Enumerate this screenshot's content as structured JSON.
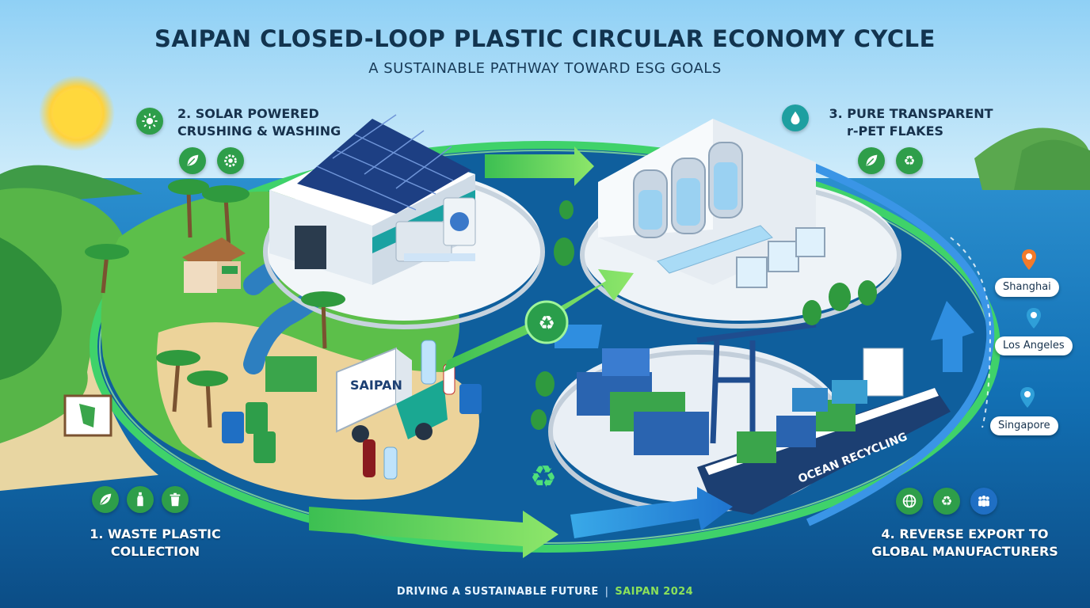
{
  "title": "SAIPAN CLOSED-LOOP PLASTIC CIRCULAR ECONOMY CYCLE",
  "subtitle": "A SUSTAINABLE PATHWAY TOWARD ESG GOALS",
  "steps": [
    {
      "line1": "1. WASTE PLASTIC",
      "line2": "COLLECTION"
    },
    {
      "line1": "2. SOLAR POWERED",
      "line2": "CRUSHING & WASHING"
    },
    {
      "line1": "3. PURE TRANSPARENT",
      "line2": "r-PET FLAKES"
    },
    {
      "line1": "4. REVERSE EXPORT TO",
      "line2": "GLOBAL MANUFACTURERS"
    }
  ],
  "destinations": [
    "Shanghai",
    "Los Angeles",
    "Singapore"
  ],
  "truck_label": "SAIPAN",
  "ship_label": "OCEAN RECYCLING",
  "footer": {
    "text": "DRIVING A SUSTAINABLE FUTURE",
    "separator": "|",
    "highlight": "SAIPAN 2024"
  },
  "colors": {
    "sky_top": "#8fd0f5",
    "ocean": "#0e5a96",
    "loop_green": "#5fd05a",
    "loop_blue": "#2f8ee0",
    "badge_green": "#2e9e4a",
    "badge_teal": "#1e9fa0",
    "badge_blue": "#1f6fc4",
    "title_navy": "#12344f"
  },
  "icons": {
    "step1": [
      "leaf-icon",
      "bottle-icon",
      "trash-icon"
    ],
    "step2": [
      "sun-icon",
      "leaf-icon",
      "gear-icon"
    ],
    "step3": [
      "water-drop-icon",
      "leaf-icon",
      "recycle-icon"
    ],
    "step4": [
      "globe-icon",
      "recycle-icon",
      "people-icon"
    ]
  }
}
